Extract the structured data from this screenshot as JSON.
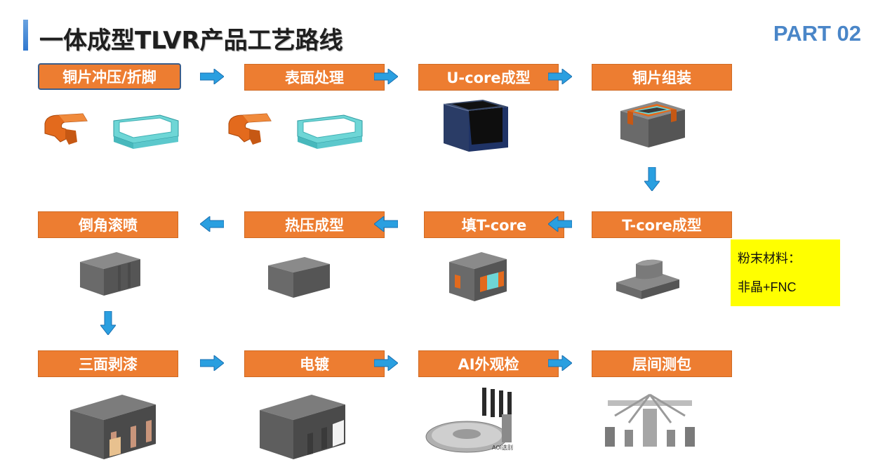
{
  "header": {
    "title": "一体成型TLVR产品工艺路线",
    "part": "PART 02"
  },
  "steps": [
    "铜片冲压/折脚",
    "表面处理",
    "U-core成型",
    "铜片组装",
    "T-core成型",
    "填T-core",
    "热压成型",
    "倒角滚喷",
    "三面剥漆",
    "电镀",
    "AI外观检",
    "层间测包"
  ],
  "note": {
    "line1": "粉末材料：",
    "line2": "非晶+FNC"
  },
  "image_captions": {
    "aoi": "AOI选别"
  },
  "colors": {
    "step_fill": "#ed7d31",
    "arrow": "#2a9fe0",
    "accent": "#4a86c8",
    "note_bg": "#ffff00"
  }
}
